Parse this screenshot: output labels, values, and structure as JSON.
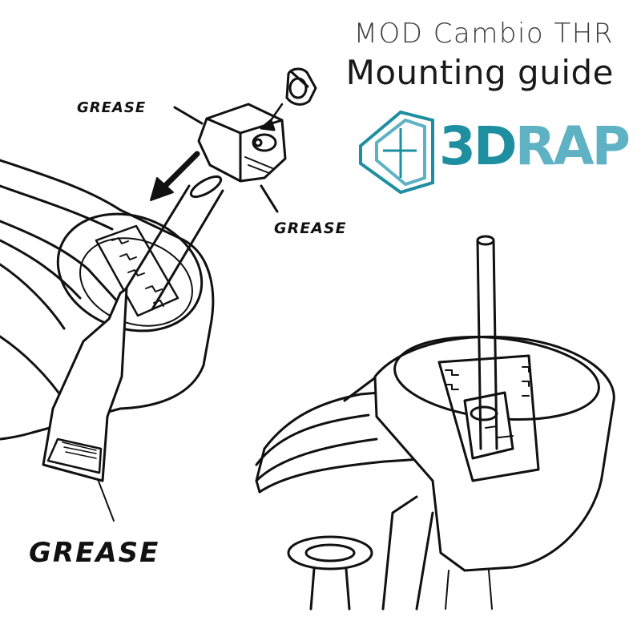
{
  "header": {
    "title_line1": "MOD Cambio THR",
    "title_line2": "Mounting guide"
  },
  "brand": {
    "part1": "3D",
    "part2": "RAP",
    "color_dark": "#1e8fa0",
    "color_light": "#5fb2c4"
  },
  "labels": {
    "grease_top": "GREASE",
    "grease_middle": "GREASE",
    "grease_bottom": "GREASE"
  }
}
